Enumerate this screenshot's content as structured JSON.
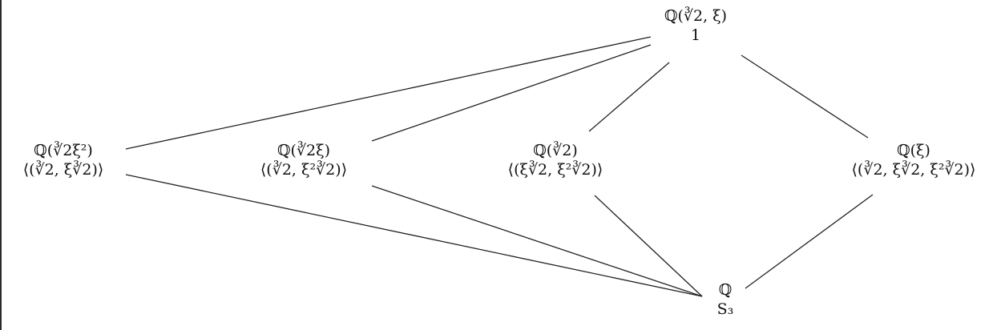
{
  "diagram": {
    "nodes": {
      "top": {
        "field": "ℚ(∛2, ξ)",
        "group": "1"
      },
      "a": {
        "field": "ℚ(∛2ξ²)",
        "group": "⟨(∛2, ξ∛2)⟩"
      },
      "b": {
        "field": "ℚ(∛2ξ)",
        "group": "⟨(∛2, ξ²∛2)⟩"
      },
      "c": {
        "field": "ℚ(∛2)",
        "group": "⟨(ξ∛2, ξ²∛2)⟩"
      },
      "d": {
        "field": "ℚ(ξ)",
        "group": "⟨(∛2, ξ∛2, ξ²∛2)⟩"
      },
      "bottom": {
        "field": "ℚ",
        "group": "S₃"
      }
    },
    "edges": [
      [
        "top",
        "a"
      ],
      [
        "top",
        "b"
      ],
      [
        "top",
        "c"
      ],
      [
        "top",
        "d"
      ],
      [
        "a",
        "bottom"
      ],
      [
        "b",
        "bottom"
      ],
      [
        "c",
        "bottom"
      ],
      [
        "d",
        "bottom"
      ]
    ]
  }
}
